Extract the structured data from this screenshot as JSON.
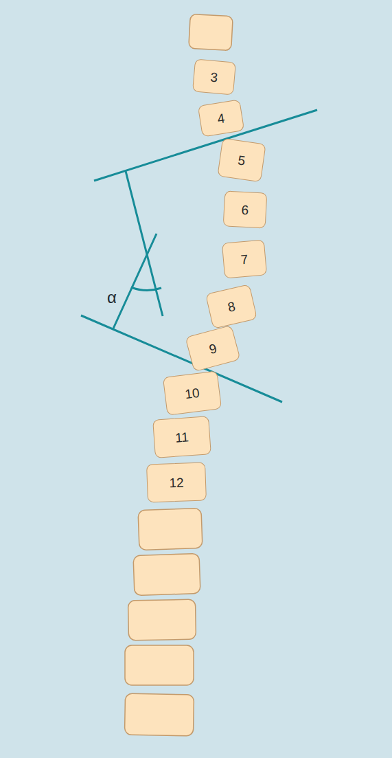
{
  "diagram": {
    "nodes": [
      {
        "text": [
          "3"
        ]
      },
      {
        "text": [
          "4"
        ]
      },
      {
        "text": [
          "5"
        ]
      },
      {
        "text": [
          "6"
        ]
      },
      {
        "text": [
          "7"
        ]
      },
      {
        "text": [
          "8"
        ]
      },
      {
        "text": [
          "9"
        ]
      },
      {
        "text": [
          "10"
        ]
      },
      {
        "text": [
          "11"
        ]
      },
      {
        "text": [
          "12"
        ]
      }
    ],
    "labels": [
      "α"
    ]
  }
}
